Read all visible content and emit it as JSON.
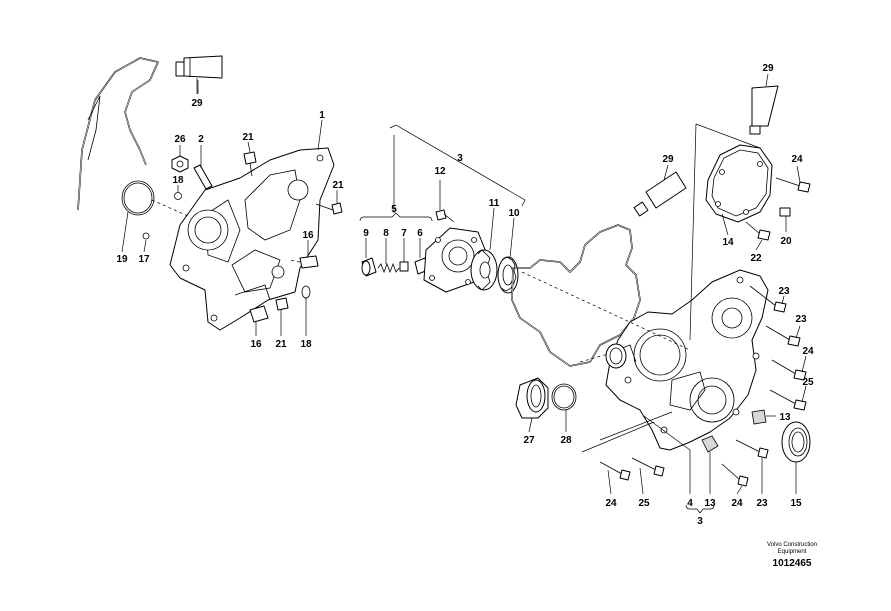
{
  "labels": {
    "l29a": "29",
    "l26": "26",
    "l2": "2",
    "l21a": "21",
    "l1": "1",
    "l18a": "18",
    "l21b": "21",
    "l19": "19",
    "l17": "17",
    "l16a": "16",
    "l16b": "16",
    "l21c": "21",
    "l18b": "18",
    "l3a": "3",
    "l5": "5",
    "l12": "12",
    "l11": "11",
    "l10": "10",
    "l9": "9",
    "l8": "8",
    "l7": "7",
    "l6": "6",
    "l29b": "29",
    "l29c": "29",
    "l24a": "24",
    "l14": "14",
    "l20": "20",
    "l22": "22",
    "l23a": "23",
    "l23b": "23",
    "l24b": "24",
    "l25a": "25",
    "l13a": "13",
    "l15": "15",
    "l27": "27",
    "l28": "28",
    "l24c": "24",
    "l25b": "25",
    "l4": "4",
    "l13b": "13",
    "l24d": "24",
    "l23c": "23",
    "l3b": "3"
  },
  "footer": {
    "brand_line1": "Volvo Construction",
    "brand_line2": "Equipment",
    "ref_number": "1012465"
  }
}
